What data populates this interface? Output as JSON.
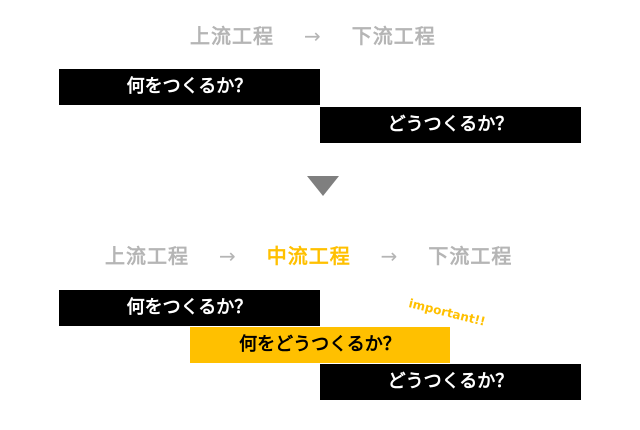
{
  "colors": {
    "gray_text": "#b5b5b5",
    "accent": "#ffc000",
    "bar": "#000000",
    "triangle": "#7f7f7f"
  },
  "before": {
    "upstream": "上流工程",
    "arrow": "→",
    "downstream": "下流工程",
    "what_label": "何をつくるか？",
    "how_label": "どうつくるか？"
  },
  "transition_icon": "down-triangle-icon",
  "after": {
    "upstream": "上流工程",
    "arrow1": "→",
    "midstream": "中流工程",
    "arrow2": "→",
    "downstream": "下流工程",
    "what_label": "何をつくるか？",
    "what_how_label": "何をどうつくるか？",
    "how_label": "どうつくるか？",
    "note": "important!!"
  }
}
